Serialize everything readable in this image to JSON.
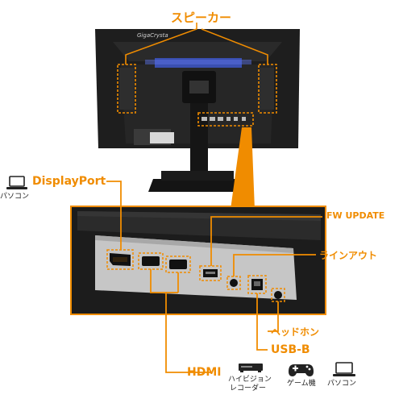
{
  "labels": {
    "speaker": "スピーカー",
    "displayport": "DisplayPort",
    "fw_update": "FW UPDATE",
    "line_out": "ラインアウト",
    "headphone": "ヘッドホン",
    "usb_b": "USB-B",
    "hdmi": "HDMI"
  },
  "monitor": {
    "brand": "GigaCrysta"
  },
  "devices": {
    "pc_left": "パソコン",
    "recorder_line1": "ハイビジョン",
    "recorder_line2": "レコーダー",
    "game": "ゲーム機",
    "pc_right": "パソコン"
  },
  "icons": [
    "laptop-icon",
    "recorder-icon",
    "gamepad-icon",
    "laptop-icon"
  ],
  "colors": {
    "accent": "#f08c00",
    "panel": "#1c1c1c",
    "port_plate": "#c8c8c8"
  }
}
